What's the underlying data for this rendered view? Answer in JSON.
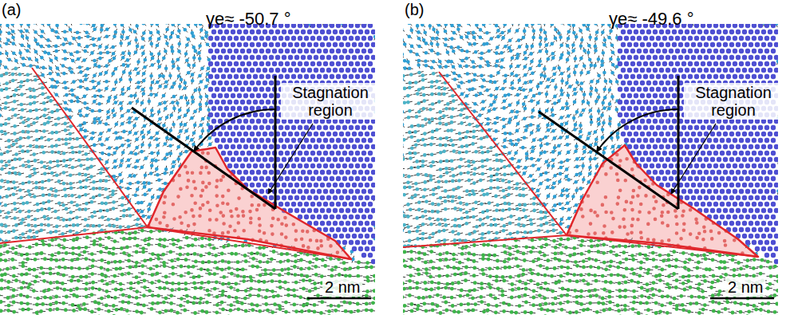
{
  "diagram": {
    "labels": [
      "(a)",
      "γe≈ -50.7 °",
      "Stagnation region",
      "2 nm",
      "(b)",
      "γe≈ -49.6 °",
      "Stagnation region",
      "2 nm"
    ]
  }
}
